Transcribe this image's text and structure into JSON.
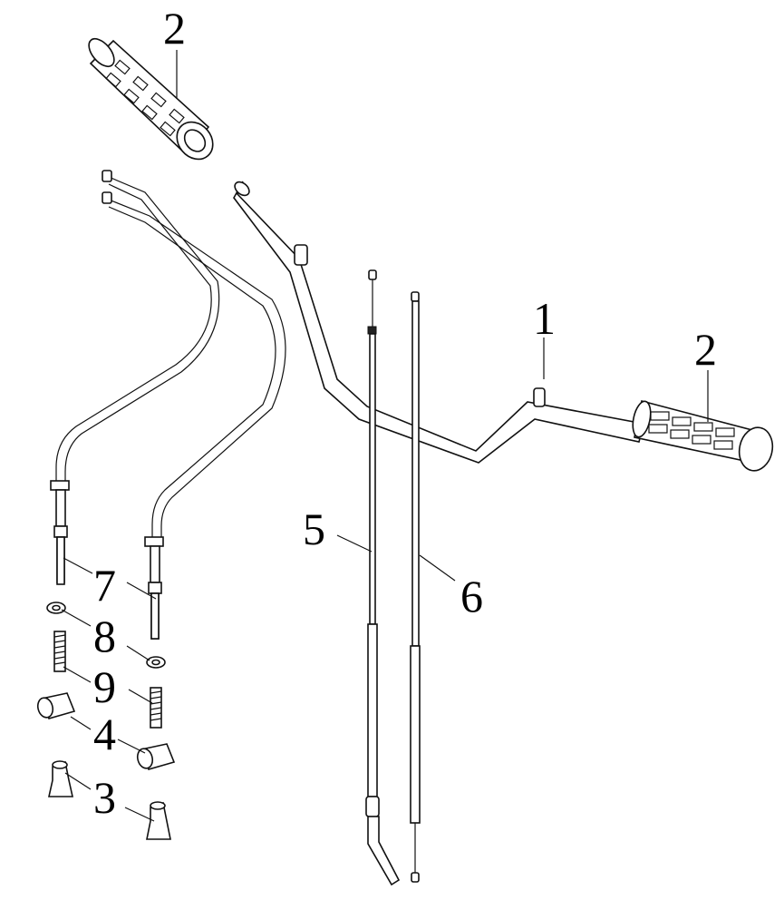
{
  "callouts": {
    "handlebar": "1",
    "grip_top": "2",
    "grip_right": "2",
    "clamp": "3",
    "nut_sleeve": "4",
    "cable_5": "5",
    "cable_6": "6",
    "adjuster_bolt": "7",
    "lock_washer": "8",
    "spring": "9"
  }
}
